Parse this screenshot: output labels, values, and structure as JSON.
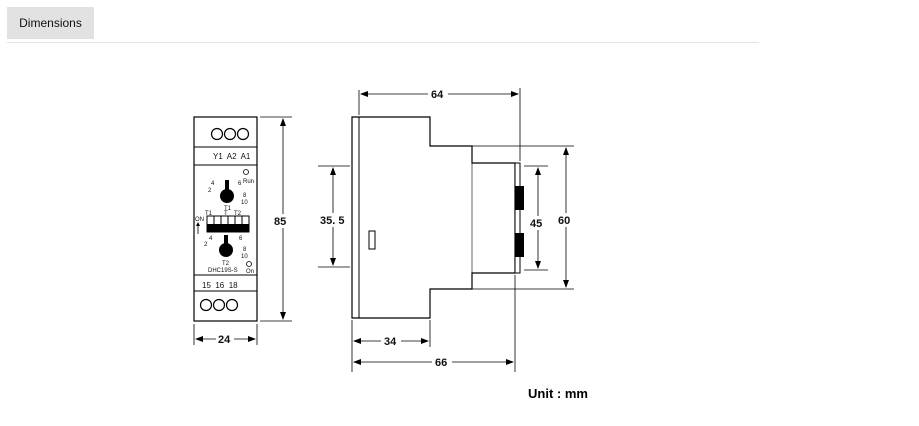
{
  "section": {
    "title": "Dimensions"
  },
  "front_view": {
    "terminals_top": "Y1  A2  A1",
    "run_label": "Run",
    "dial1_label": "T1",
    "dial1_scale": [
      "2",
      "4",
      "6",
      "8",
      "10"
    ],
    "switch_left_label": "T1",
    "switch_mid_label": "T",
    "switch_right_label": "T2",
    "on_label": "ON",
    "dial2_label": "T2",
    "dial2_scale": [
      "2",
      "4",
      "6",
      "8",
      "10"
    ],
    "model": "DHC19S-S",
    "on_indicator": "On",
    "terminals_bottom": "15  16  18",
    "height_dim": "85",
    "width_dim": "24"
  },
  "side_view": {
    "top_dim": "64",
    "left_dim": "35. 5",
    "rail_dim": "45",
    "right_dim": "60",
    "bottom_inner_dim": "34",
    "bottom_outer_dim": "66"
  },
  "unit": "Unit : mm"
}
